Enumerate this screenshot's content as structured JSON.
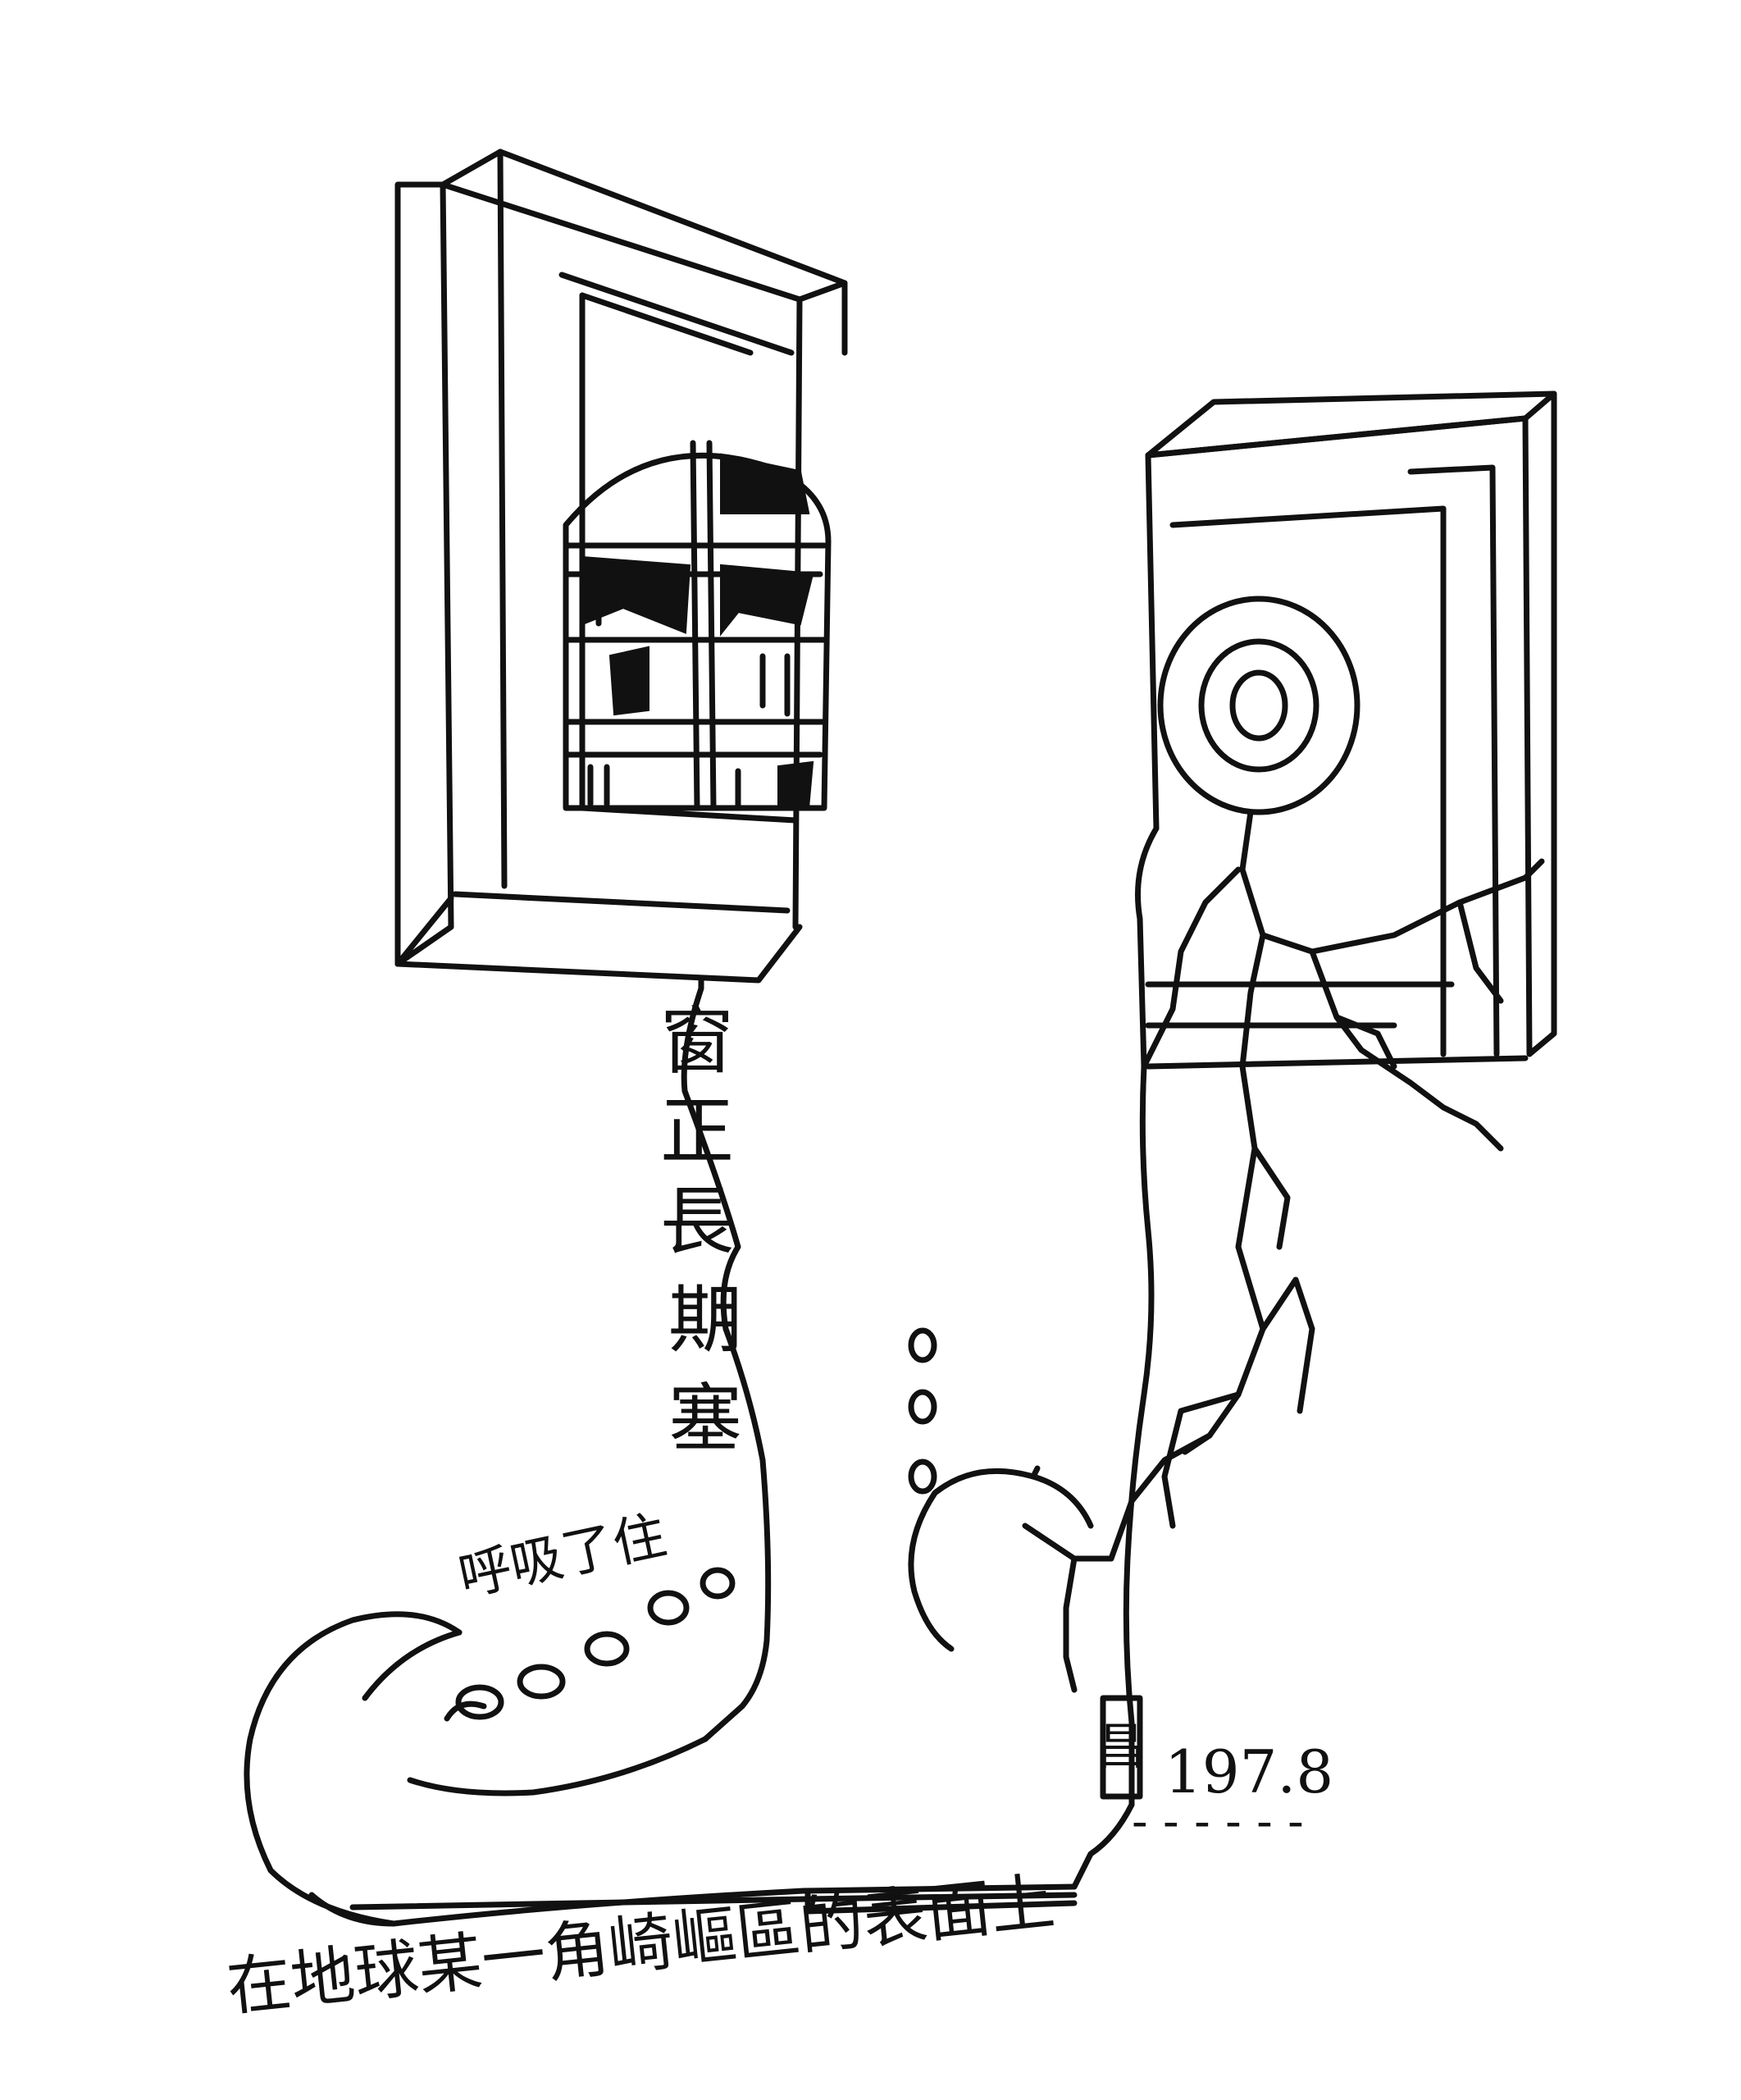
{
  "drawing": {
    "vertical_text": [
      "窗",
      "正",
      "長",
      "期",
      "塞"
    ],
    "side_text": "呼吸了住",
    "bottom_text": "在地球某一角崎嶇區的表面上",
    "bottom_trail": "- - - - - -",
    "date": "197.8",
    "signature_char": "昌",
    "ink_color": "#111111",
    "paper_color": "#ffffff"
  }
}
